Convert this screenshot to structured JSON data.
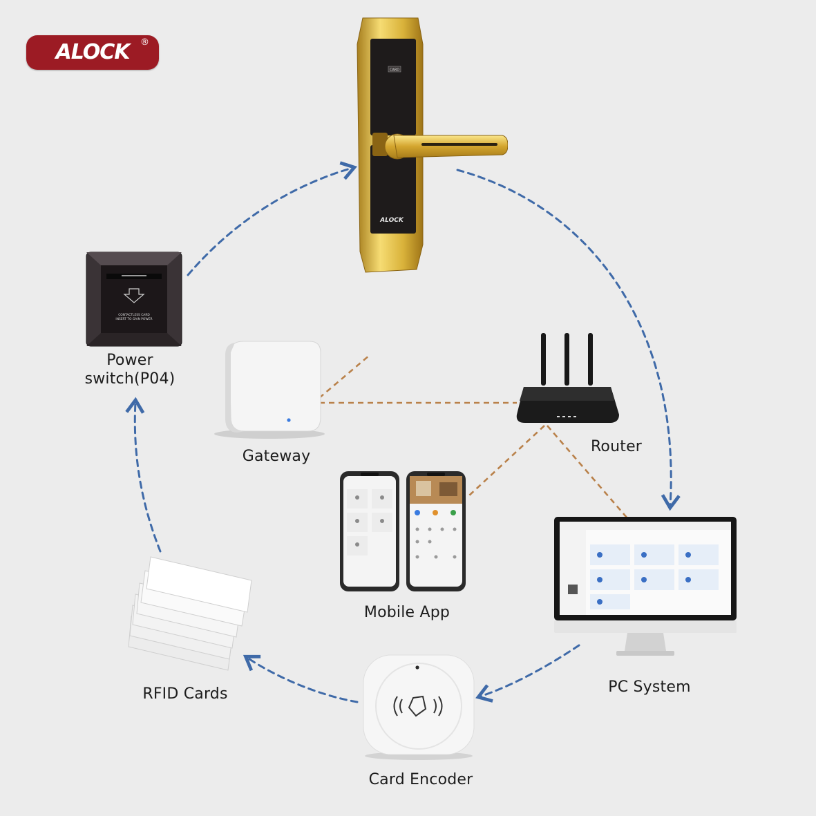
{
  "brand": {
    "logo_text": "ALOCK",
    "registered_mark": "®",
    "color": "#9c1b24"
  },
  "colors": {
    "cycle_arrow": "#3f6aa8",
    "network_link": "#b9814a",
    "background": "#ececec",
    "lock_gold": "#d9b23a"
  },
  "lock": {
    "card_slot_text": "CARD",
    "plate_logo": "ALOCK"
  },
  "power_switch": {
    "label_line1": "Power",
    "label_line2": "switch(P04)",
    "face_text_line1": "CONTACTLESS CARD",
    "face_text_line2": "INSERT TO GAIN POWER"
  },
  "gateway": {
    "label": "Gateway"
  },
  "router": {
    "label": "Router"
  },
  "mobile_app": {
    "label": "Mobile App"
  },
  "pc_system": {
    "label": "PC System"
  },
  "card_encoder": {
    "label": "Card Encoder"
  },
  "rfid_cards": {
    "label": "RFID Cards"
  }
}
